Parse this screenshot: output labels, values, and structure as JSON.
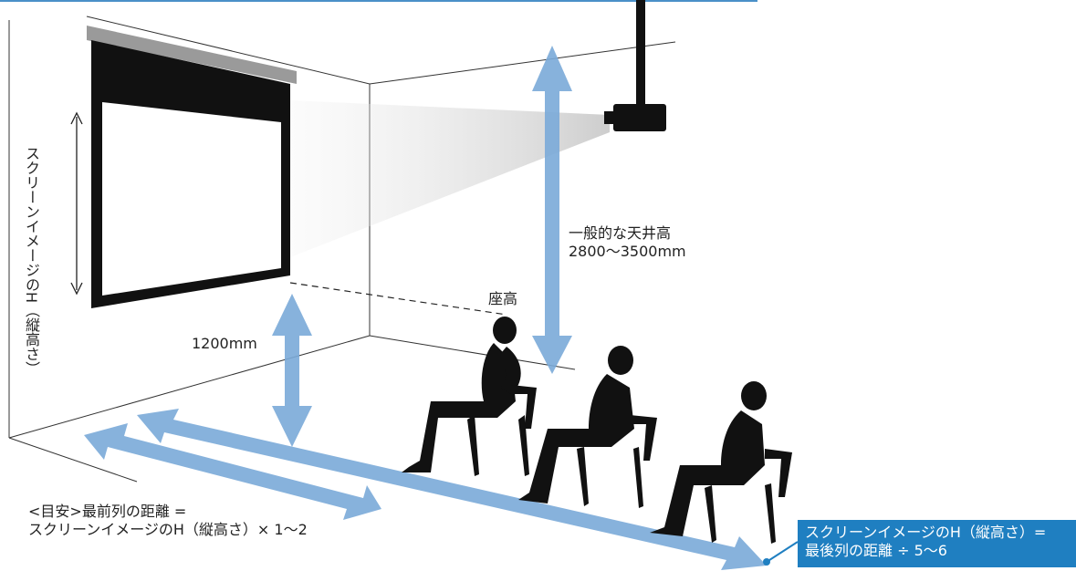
{
  "screen_height_label": "スクリーンイメージのH（縦高さ）",
  "ceiling_label": "一般的な天井高",
  "ceiling_value": "2800〜3500mm",
  "seat_label": "座高",
  "screen_bottom_label": "1200mm",
  "front_row_label": "<目安>最前列の距離 =",
  "front_row_formula": "スクリーンイメージのH（縦高さ）× 1〜2",
  "back_row_label": "スクリーンイメージのH（縦高さ）=",
  "back_row_formula": "最後列の距離 ÷ 5〜6",
  "colors": {
    "arrow": "#7aaad8",
    "callout": "#1f7fc1",
    "accent_line": "#4a90c8"
  }
}
